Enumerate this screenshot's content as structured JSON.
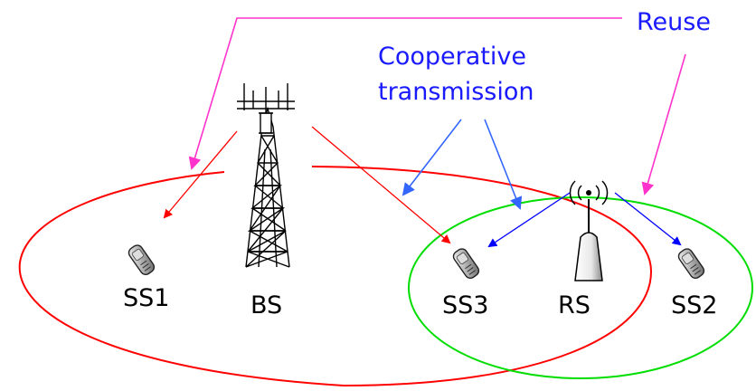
{
  "annotations": {
    "reuse": "Reuse",
    "coop_line1": "Cooperative",
    "coop_line2": "transmission"
  },
  "nodes": {
    "ss1": "SS1",
    "bs": "BS",
    "ss3": "SS3",
    "rs": "RS",
    "ss2": "SS2"
  },
  "colors": {
    "bs_coverage": "#ff0000",
    "rs_coverage": "#00dd00",
    "bs_link": "#ff0000",
    "rs_link": "#0000ff",
    "coop_arrow": "#3366ff",
    "reuse_arrow": "#ff33cc",
    "annotation_text": "#1a1aff"
  }
}
